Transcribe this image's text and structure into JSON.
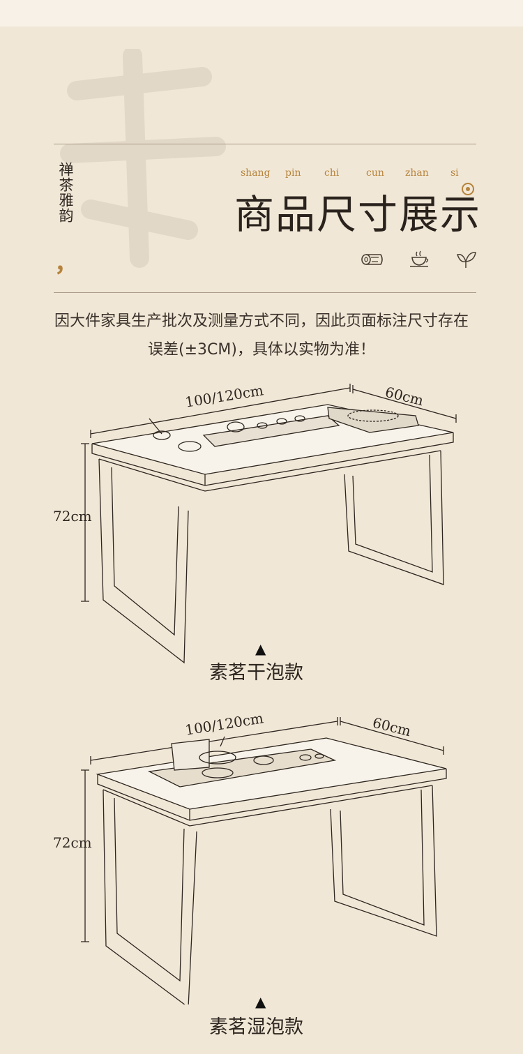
{
  "header": {
    "vertical_text": "禅茶雅韵",
    "comma": "，",
    "pinyin": [
      "shang",
      "pin",
      "chi",
      "cun",
      "zhan",
      "si"
    ],
    "title": "商品尺寸展示",
    "icons": [
      "wood-log-icon",
      "tea-cup-icon",
      "tea-leaf-icon"
    ],
    "accent_color": "#b5833c"
  },
  "notice": {
    "line1": "因大件家具生产批次及测量方式不同，因此页面标注尺寸存在",
    "line2": "误差(±3CM)，具体以实物为准！"
  },
  "products": [
    {
      "length_label": "100/120cm",
      "width_label": "60cm",
      "height_label": "72cm",
      "marker": "▲",
      "name": "素茗干泡款"
    },
    {
      "length_label": "100/120cm",
      "width_label": "60cm",
      "height_label": "72cm",
      "marker": "▲",
      "name": "素茗湿泡款"
    }
  ]
}
